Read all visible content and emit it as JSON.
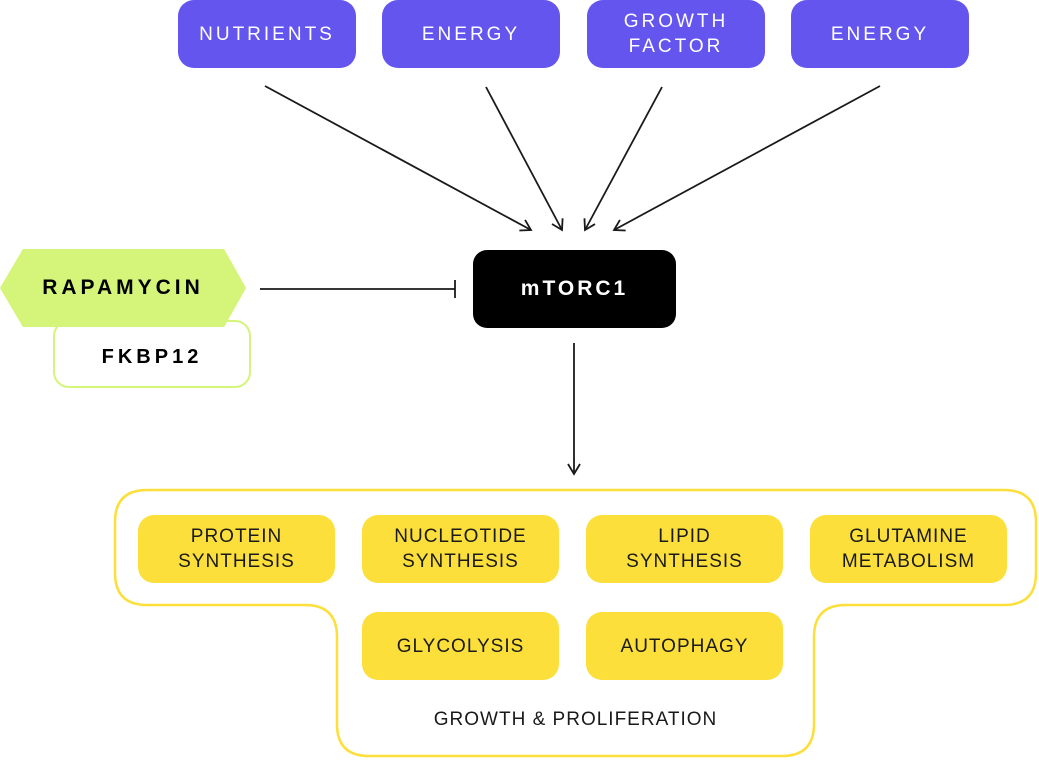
{
  "colors": {
    "input_fill": "#6355ee",
    "core_fill": "#000000",
    "output_fill": "#fcdf3a",
    "output_outline": "#fcdf3a",
    "inhibitor_fill": "#d4f57a",
    "arrow": "#1a1a1a"
  },
  "inputs": [
    {
      "label": "NUTRIENTS"
    },
    {
      "label": "ENERGY"
    },
    {
      "label": "GROWTH FACTOR"
    },
    {
      "label": "ENERGY"
    }
  ],
  "core": {
    "label": "mTORC1"
  },
  "inhibitor": {
    "label": "RAPAMYCIN",
    "partner": "FKBP12"
  },
  "outputs": [
    {
      "label": "PROTEIN SYNTHESIS"
    },
    {
      "label": "NUCLEOTIDE SYNTHESIS"
    },
    {
      "label": "LIPID SYNTHESIS"
    },
    {
      "label": "GLUTAMINE METABOLISM"
    },
    {
      "label": "GLYCOLYSIS"
    },
    {
      "label": "AUTOPHAGY"
    }
  ],
  "outcome": {
    "label": "GROWTH & PROLIFERATION"
  }
}
